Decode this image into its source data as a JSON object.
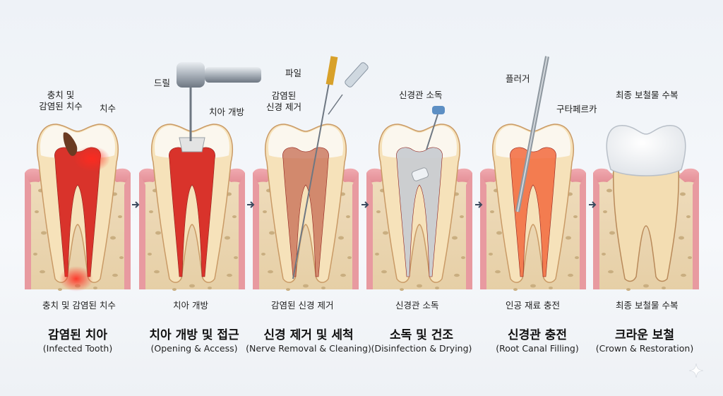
{
  "stages": [
    {
      "title": "감염된 치아",
      "subtitle": "(Infected Tooth)",
      "top_label": "충치 및\n감염된 치수",
      "top_label_2": "치수",
      "bottom_label": "충치 및 감염된 치수"
    },
    {
      "title": "치아 개방 및 접근",
      "subtitle": "(Opening & Access)",
      "top_label": "드릴",
      "top_label_2": "치아 개방",
      "bottom_label": "치아 개방"
    },
    {
      "title": "신경 제거 및 세척",
      "subtitle": "(Nerve Removal & Cleaning)",
      "top_label": "파일",
      "top_label_2": "감염된\n신경 제거",
      "bottom_label": "감염된 신경 제거"
    },
    {
      "title": "소독 및 건조",
      "subtitle": "(Disinfection & Drying)",
      "top_label": "신경관 소독",
      "bottom_label": "신경관 소독"
    },
    {
      "title": "신경관 충전",
      "subtitle": "(Root Canal Filling)",
      "top_label": "플러거",
      "top_label_2": "구타페르카",
      "bottom_label": "인공 재료 충전"
    },
    {
      "title": "크라운 보철",
      "subtitle": "(Crown & Restoration)",
      "top_label": "최종 보철물 수복",
      "bottom_label": "최종 보철물 수복"
    }
  ],
  "icons": [
    "arrow-right-icon",
    "sparkle-icon",
    "drill-icon",
    "endodontic-file-icon",
    "syringe-icon",
    "plugger-icon"
  ],
  "colors": {
    "gum": "#e99a9f",
    "bone": "#ecd9b8",
    "dentin": "#f1d7a8",
    "enamel": "#fbf8f1",
    "pulp": "#d9332b",
    "arrow": "#3b4a5e",
    "filling": "#f26a3d"
  }
}
